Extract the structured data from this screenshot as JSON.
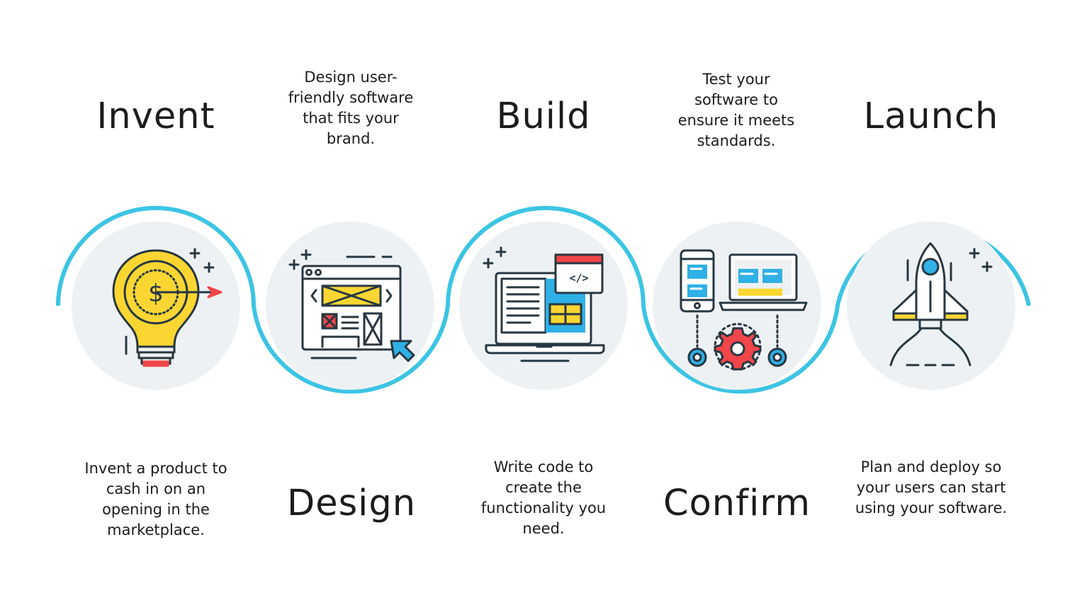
{
  "steps": [
    {
      "title": "Invent",
      "description": "Invent a product to cash in on an opening in the marketplace.",
      "icon": "lightbulb-dollar-icon"
    },
    {
      "title": "Design",
      "description": "Design user-friendly software that fits your brand.",
      "icon": "wireframe-browser-icon"
    },
    {
      "title": "Build",
      "description": "Write code to create the functionality you need.",
      "icon": "laptop-code-icon"
    },
    {
      "title": "Confirm",
      "description": "Test your software to ensure it meets standards.",
      "icon": "devices-gears-icon"
    },
    {
      "title": "Launch",
      "description": "Plan and deploy so your users can start using your software.",
      "icon": "rocket-icon"
    }
  ],
  "colors": {
    "accent": "#3cc4e4",
    "circle_fill": "#eef1f3",
    "line": "#273742",
    "yellow": "#fbd632",
    "red": "#f0464a",
    "blue": "#2fb0e6"
  }
}
